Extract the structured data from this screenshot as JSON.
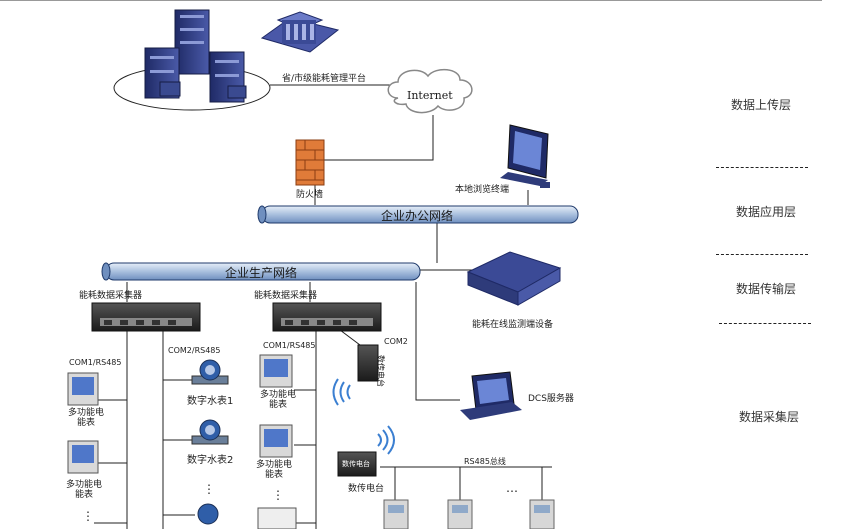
{
  "layers": [
    "数据上传层",
    "数据应用层",
    "数据传输层",
    "数据采集层"
  ],
  "nodes": {
    "platform": "省/市级能耗管理平台",
    "internet": "Internet",
    "firewall": "防火墙",
    "local_terminal": "本地浏览终端",
    "office_network": "企业办公网络",
    "production_network": "企业生产网络",
    "monitor_device": "能耗在线监测端设备",
    "dcs_server": "DCS服务器",
    "collector_left": "能耗数据采集器",
    "collector_mid": "能耗数据采集器",
    "port_com1_left": "COM1/RS485",
    "port_com2_left": "COM2/RS485",
    "port_com1_mid": "COM1/RS485",
    "port_com2_mid": "COM2",
    "meter_left_1": "多功能电能表",
    "meter_left_2": "多功能电能表",
    "water_meter_1": "数字水表1",
    "water_meter_2": "数字水表2",
    "meter_mid_1": "多功能电能表",
    "meter_mid_2": "多功能电能表",
    "radio_vertical": "数传电台",
    "radio_box": "数传电台",
    "radio_box_face": "数传电台",
    "rs485_bus": "RS485总线",
    "ellipsis": "⋮",
    "ellipsis_h": "…"
  },
  "colors": {
    "bus": "#b8cce4",
    "server_blue": "#2e3b7a",
    "device_dark": "#2b2b2b",
    "line": "#222222"
  }
}
